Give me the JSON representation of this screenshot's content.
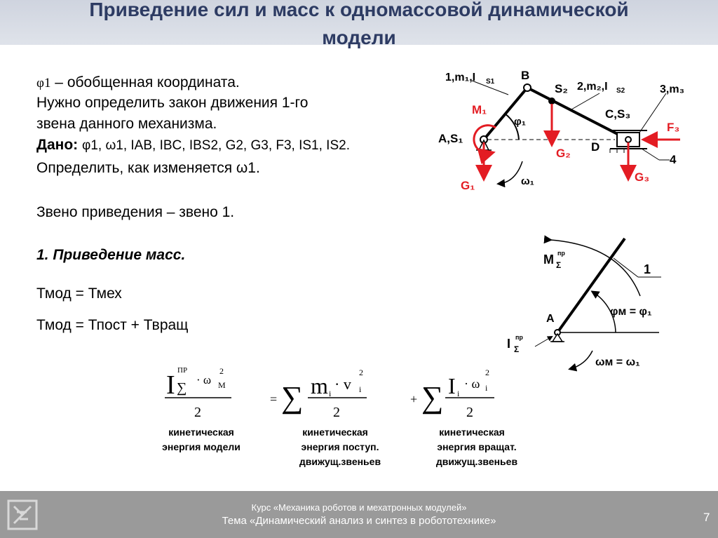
{
  "title": {
    "line1": "Приведение сил и масс к одномассовой динамической",
    "line2": "модели"
  },
  "text": {
    "line1_sym": "φ1",
    "line1_rest": " – обобщенная координата.",
    "line2": "Нужно определить закон движения 1-го",
    "line3": "звена данного механизма.",
    "given_label": "Дано:",
    "given_values": "φ1, ω1, IAB, IBC, IBS2, G2, G3, F3, IS1, IS2.",
    "line5": "Определить, как изменяется ω1.",
    "line6": "Звено приведения – звено 1.",
    "section": "1. Приведение масс.",
    "eq1": "Тмод = Тмех",
    "eq2": "Тмод = Тпост + Твращ"
  },
  "captions": {
    "c1a": "кинетическая",
    "c1b": "энергия модели",
    "c2a": "кинетическая",
    "c2b": "энергия поступ.",
    "c2c": "движущ.звеньев",
    "c3a": "кинетическая",
    "c3b": "энергия вращат.",
    "c3c": "движущ.звеньев"
  },
  "diagram1": {
    "l1": "1,m₁,I",
    "l1s": "S1",
    "B": "B",
    "S2": "S₂",
    "l2": "2,m₂,I",
    "l2s": "S2",
    "l3": "3,m₃",
    "M1": "M₁",
    "phi1": "φ₁",
    "CS3": "C,S₃",
    "F3": "F₃",
    "AS1": "A,S₁",
    "G2": "G₂",
    "D": "D",
    "n4": "4",
    "G1": "G₁",
    "omega1": "ω₁",
    "G3": "G₃"
  },
  "diagram2": {
    "M": "M",
    "Msub": "Σ",
    "Msup": "пр",
    "one": "1",
    "phi": "φм = φ₁",
    "A": "A",
    "I": "I",
    "Isub": "Σ",
    "Isup": "пр",
    "omega": "ωм = ω₁"
  },
  "formula": {
    "I": "I",
    "pr": "ПР",
    "sigma": "∑",
    "dot_omega": "· ω",
    "M": "M",
    "two": "2",
    "eq": "=",
    "plus": "+",
    "mi": "m",
    "i": "i",
    "dot_v": "· v",
    "Ii": "I",
    "dot_omega_i": "· ω"
  },
  "footer": {
    "line1": "Курс «Механика роботов и мехатронных модулей»",
    "line2": "Тема «Динамический анализ и синтез в робототехнике»",
    "page": "7"
  },
  "colors": {
    "title": "#2d3b63",
    "force": "#e31c23",
    "footer": "#9a9a9a"
  }
}
